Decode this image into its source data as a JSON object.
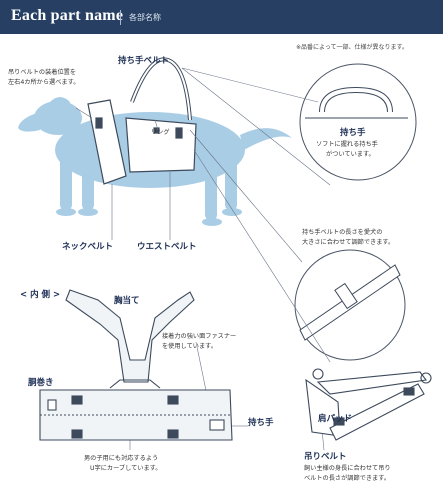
{
  "header": {
    "title": "Each part name",
    "subtitle": "各部名称"
  },
  "note": "※品番によって一部、仕様が異なります。",
  "labels": {
    "handle_belt": "持ち手ベルト",
    "lift_belt_desc_1": "吊りベルトの装着位置を",
    "lift_belt_desc_2": "左右4カ所から選べます。",
    "ring": "リング",
    "handle": "持ち手",
    "handle_desc_1": "ソフトに握れる持ち手",
    "handle_desc_2": "がついています。",
    "neck_belt": "ネックベルト",
    "waist_belt": "ウエストベルト",
    "handle_belt_desc_1": "持ち手ベルトの長さを愛犬の",
    "handle_belt_desc_2": "大きさに合わせて調節できます。",
    "inside": "< 内 側 >",
    "chest_pad": "胸当て",
    "fastener_desc_1": "接着力の強い面ファスナー",
    "fastener_desc_2": "を使用しています。",
    "belly_wrap": "胴巻き",
    "handle_bottom": "持ち手",
    "shoulder_pad": "肩パッド",
    "male_desc_1": "男の子用にも対応するよう",
    "male_desc_2": "U字にカーブしています。",
    "lift_belt": "吊りベルト",
    "lift_belt_len_1": "飼い主様の身長に合わせて吊り",
    "lift_belt_len_2": "ベルトの長さが調節できます。"
  },
  "colors": {
    "header_bg": "#263f63",
    "dog": "#aacde6",
    "outline": "#3d4a5c",
    "label_blue": "#1d2f55"
  }
}
